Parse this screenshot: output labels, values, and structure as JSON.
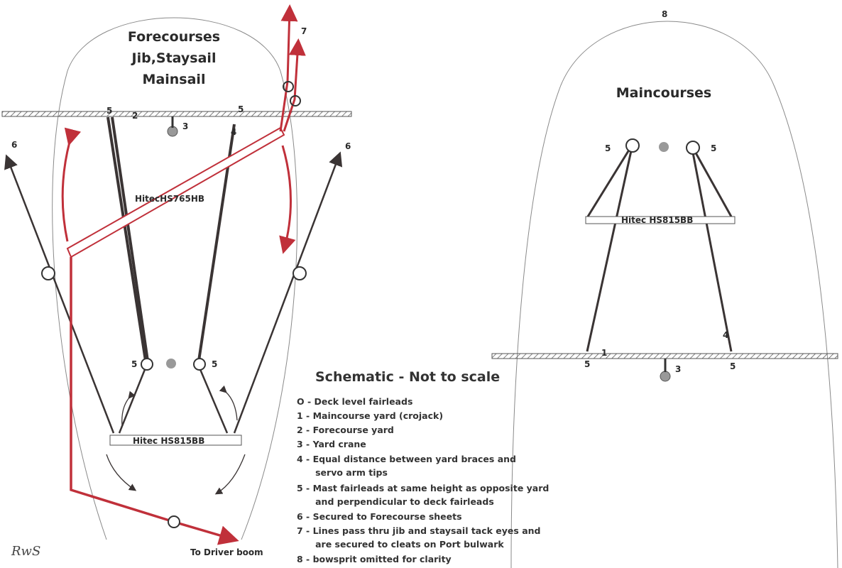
{
  "left_diagram": {
    "title_lines": [
      "Forecourses",
      "Jib,Staysail",
      "Mainsail"
    ],
    "labels": {
      "mast_fairlead_left_top": "5",
      "forecourse_yard": "2",
      "mast_fairlead_right_top": "5",
      "yard_crane": "3",
      "equal_distance": "4",
      "sheet_left": "6",
      "sheet_right": "6",
      "port_lines": "7",
      "mast_fairlead_left_bottom": "5",
      "mast_fairlead_right_bottom": "5"
    },
    "servo_upper": "HitecHS765HB",
    "servo_lower": "Hitec HS815BB",
    "driver_boom": "To Driver boom"
  },
  "right_diagram": {
    "title": "Maincourses",
    "labels": {
      "bowsprit": "8",
      "mast_fairlead_left": "5",
      "mast_fairlead_right": "5",
      "yard_left_end": "5",
      "maincourse_yard": "1",
      "yard_right_end": "5",
      "equal_distance": "4",
      "yard_crane": "3"
    },
    "servo": "Hitec HS815BB"
  },
  "legend": {
    "title": "Schematic - Not to scale",
    "items": [
      "O - Deck level fairleads",
      "1 - Maincourse yard (crojack)",
      "2 - Forecourse yard",
      "3 - Yard crane",
      "4 - Equal distance between yard braces and",
      "      servo arm tips",
      "5 - Mast fairleads at same height as opposite yard",
      "      and perpendicular to deck fairleads",
      "6 - Secured to Forecourse sheets",
      "7 - Lines pass thru jib and staysail tack eyes and",
      "      are secured to cleats on Port bulwark",
      "8 - bowsprit omitted for clarity"
    ]
  },
  "signature": "RwS",
  "colors": {
    "line": "#3a3434",
    "red": "#c0303a",
    "outline": "#8a8a8a"
  }
}
